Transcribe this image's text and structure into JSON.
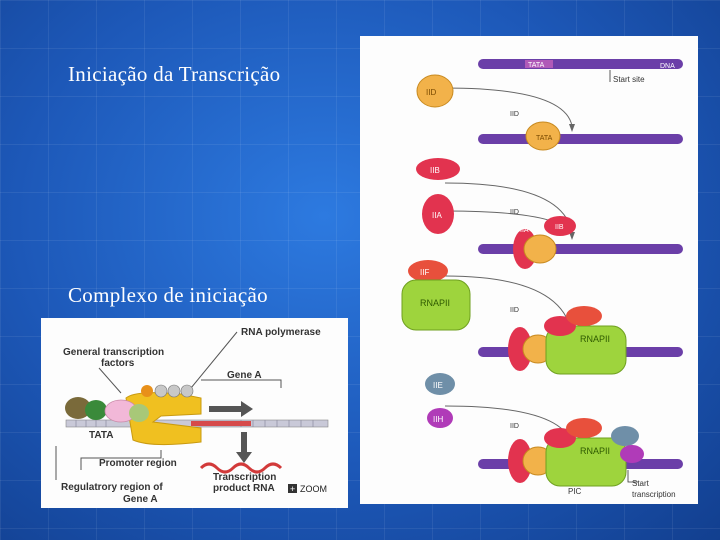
{
  "slide": {
    "title_top": "Iniciação da Transcrição",
    "title_bottom": "Complexo de iniciação"
  },
  "left_figure": {
    "labels": {
      "general_factors_line1": "General transcription",
      "general_factors_line2": "factors",
      "rna_polymerase": "RNA polymerase",
      "gene_a": "Gene A",
      "tata": "TATA",
      "promoter_region": "Promoter region",
      "regulatory_line1": "Regulatrory region of",
      "regulatory_line2": "Gene A",
      "product_line1": "Transcription",
      "product_line2": "product RNA",
      "zoom": "ZOOM"
    }
  },
  "right_figure": {
    "labels": {
      "tata": "TATA",
      "dna": "DNA",
      "start_site": "Start site",
      "tfiid": "IID",
      "tfiia": "IIA",
      "tfiib": "IIB",
      "tfiif": "IIF",
      "rnapii": "RNAPII",
      "tfiie": "IIE",
      "tfiih": "IIH",
      "pic": "PIC",
      "start_line1": "Start",
      "start_line2": "transcription"
    }
  },
  "colors": {
    "background": "#1f5fbf",
    "dna_bar": "#6b3fa8",
    "tfiid": "#f2b24a",
    "tfiib": "#e2334f",
    "rnapii": "#9ed43d",
    "tfiif": "#e8503c",
    "tfiie": "#6f8fa8",
    "tfiih": "#b03bb8"
  }
}
